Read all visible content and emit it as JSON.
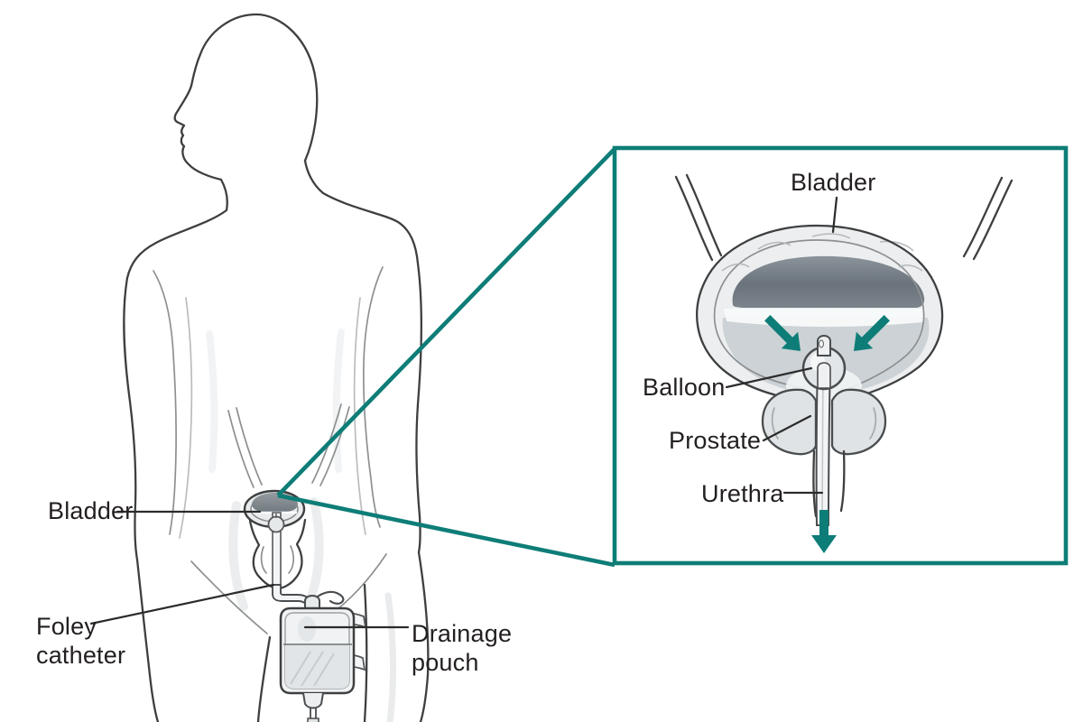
{
  "illustration": {
    "colors": {
      "accent_teal": "#0E7D77",
      "ink": "#231F20"
    },
    "body_view": {
      "labels": {
        "bladder": "Bladder",
        "foley_catheter": "Foley\ncatheter",
        "drainage_pouch": "Drainage\npouch"
      }
    },
    "inset_view": {
      "labels": {
        "bladder": "Bladder",
        "balloon": "Balloon",
        "prostate": "Prostate",
        "urethra": "Urethra"
      }
    }
  }
}
